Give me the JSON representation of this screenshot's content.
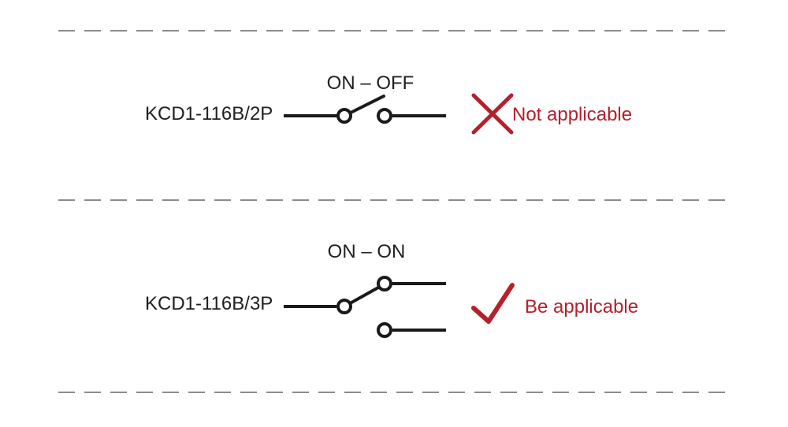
{
  "colors": {
    "background": "#ffffff",
    "line": "#1a1a1a",
    "dashed": "#8c8c8c",
    "red": "#b4202b",
    "text": "#1f1f1f"
  },
  "rows": [
    {
      "model": "KCD1-116B/2P",
      "switch_type": "ON – OFF",
      "status": "Not applicable",
      "mark": "cross"
    },
    {
      "model": "KCD1-116B/3P",
      "switch_type": "ON – ON",
      "status": "Be applicable",
      "mark": "check"
    }
  ]
}
